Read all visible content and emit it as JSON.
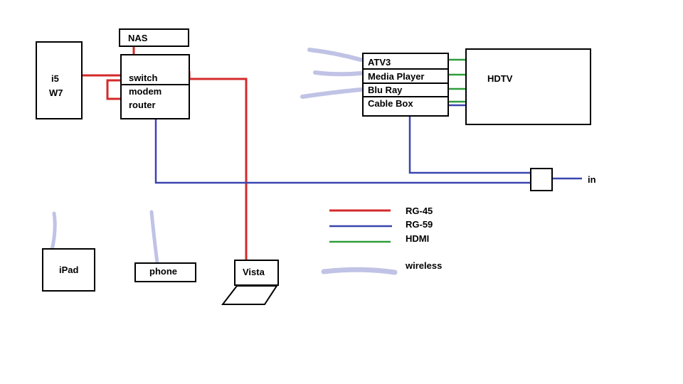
{
  "colors": {
    "rg45": "#d42a2a",
    "rg59": "#3a45b0",
    "hdmi": "#2e9e3a",
    "wireless": "#b5b8e0",
    "outline": "#000000"
  },
  "devices": {
    "pc_line1": "i5",
    "pc_line2": "W7",
    "nas": "NAS",
    "switch": "switch",
    "modem": "modem",
    "router": "router",
    "atv3": "ATV3",
    "media_player": "Media Player",
    "blu_ray": "Blu Ray",
    "cable_box": "Cable Box",
    "hdtv": "HDTV",
    "cable_in": "in",
    "ipad": "iPad",
    "phone": "phone",
    "vista": "Vista"
  },
  "legend": {
    "rg45": "RG-45",
    "rg59": "RG-59",
    "hdmi": "HDMI",
    "wireless": "wireless"
  }
}
